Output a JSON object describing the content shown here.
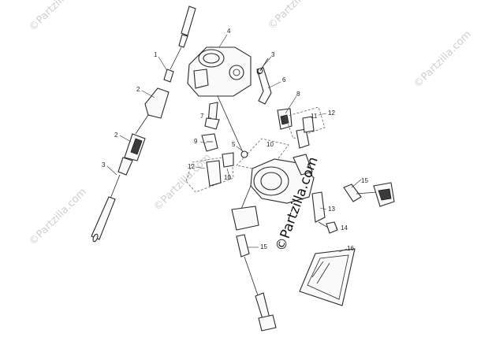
{
  "callouts": [
    "1",
    "2",
    "2",
    "3",
    "4",
    "3",
    "6",
    "7",
    "8",
    "12",
    "11",
    "9",
    "5",
    "10",
    "12",
    "10",
    "15",
    "13",
    "14",
    "15",
    "16"
  ],
  "watermark": "©Partzilla.com",
  "colors": {
    "ink": "#2a2a2a",
    "watermark_light": "#cfcfcf",
    "watermark_dark": "#111111"
  }
}
